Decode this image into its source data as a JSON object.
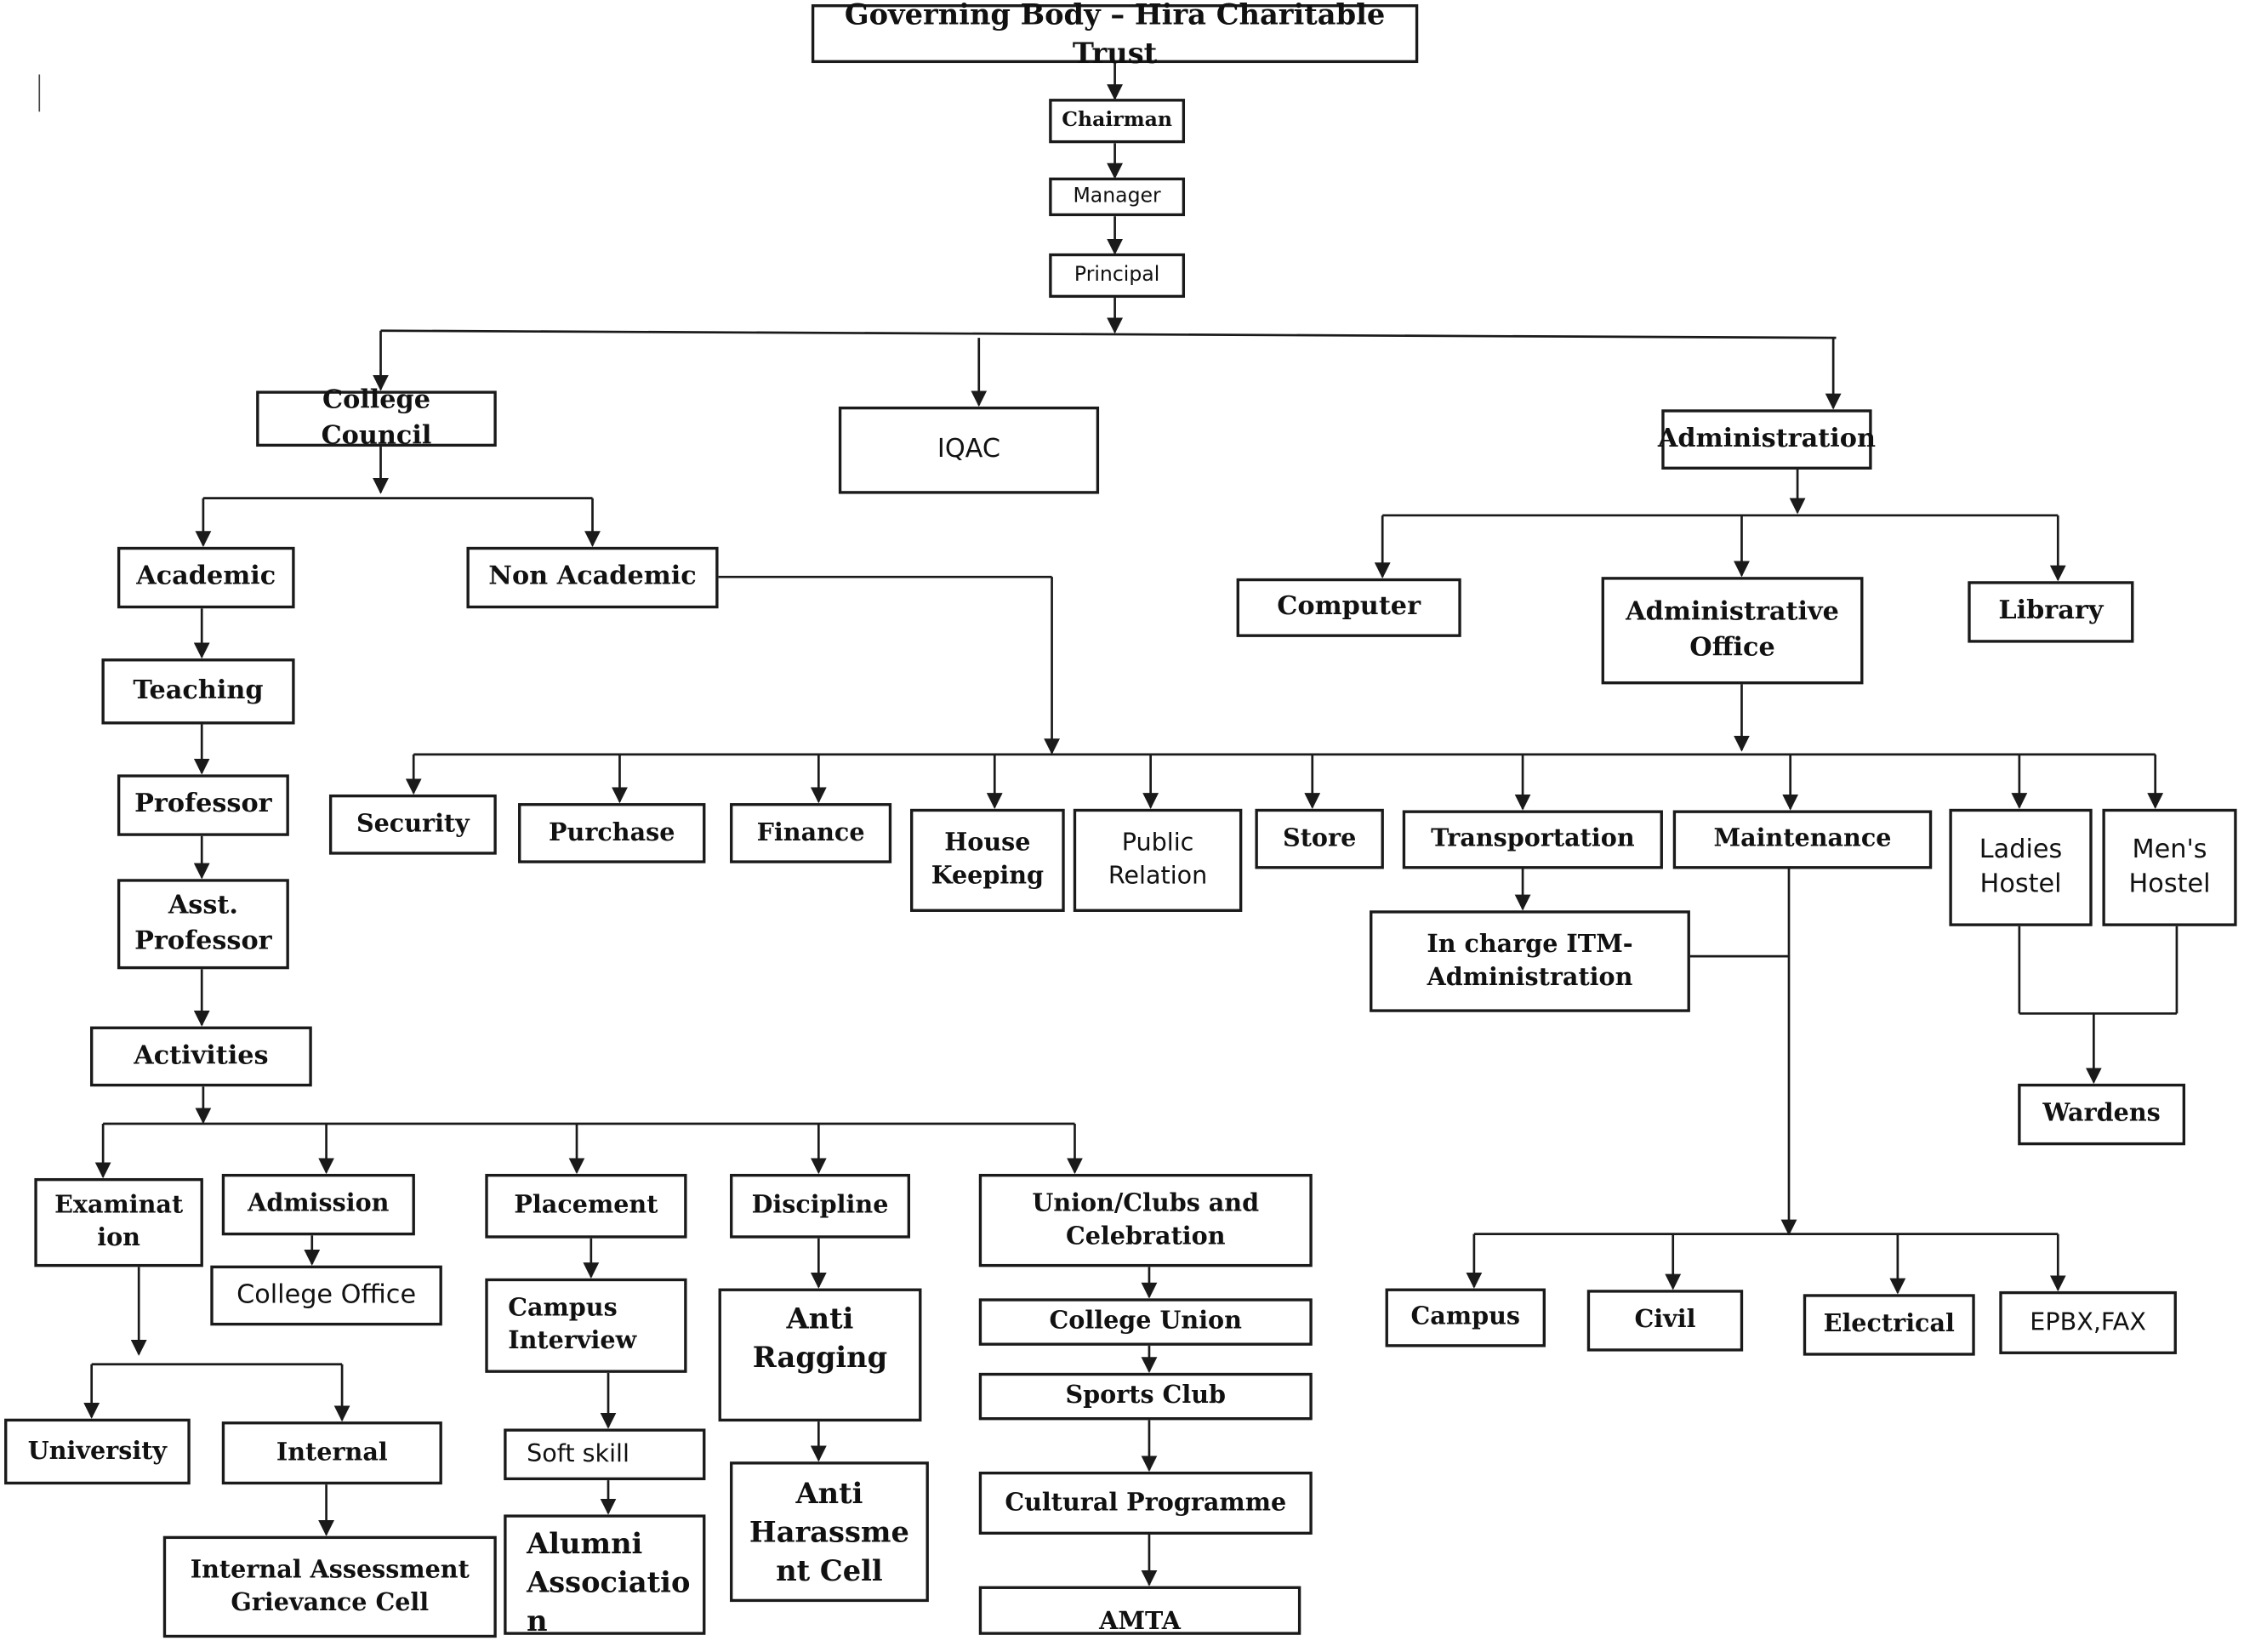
{
  "nodes": {
    "governing_body": "Governing Body – Hira Charitable Trust",
    "chairman": "Chairman",
    "manager": "Manager",
    "principal": "Principal",
    "college_council": "College Council",
    "iqac": "IQAC",
    "administration": "Administration",
    "academic": "Academic",
    "non_academic": "Non Academic",
    "computer": "Computer",
    "administrative_office": "Administrative Office",
    "library": "Library",
    "teaching": "Teaching",
    "professor": "Professor",
    "asst_professor": "Asst. Professor",
    "activities": "Activities",
    "security": "Security",
    "purchase": "Purchase",
    "finance": "Finance",
    "house_keeping": "House Keeping",
    "public_relation": "Public Relation",
    "store": "Store",
    "transportation": "Transportation",
    "maintenance": "Maintenance",
    "ladies_hostel": "Ladies Hostel",
    "mens_hostel": "Men's Hostel",
    "in_charge": "In charge ITM-Administration",
    "wardens": "Wardens",
    "examination": "Examinat ion",
    "admission": "Admission",
    "college_office": "College Office",
    "placement": "Placement",
    "discipline": "Discipline",
    "union_clubs": "Union/Clubs and Celebration",
    "campus_interview": "Campus Interview",
    "soft_skill": "Soft skill",
    "alumni": "Alumni Associatio n",
    "anti_ragging": "Anti Ragging",
    "anti_harassment": "Anti Harassme nt Cell",
    "college_union": "College Union",
    "sports_club": "Sports Club",
    "cultural": "Cultural Programme",
    "amta": "AMTA",
    "university": "University",
    "internal": "Internal",
    "internal_assessment": "Internal Assessment Grievance Cell",
    "campus": "Campus",
    "civil": "Civil",
    "electrical": "Electrical",
    "epbx_fax": "EPBX,FAX"
  }
}
